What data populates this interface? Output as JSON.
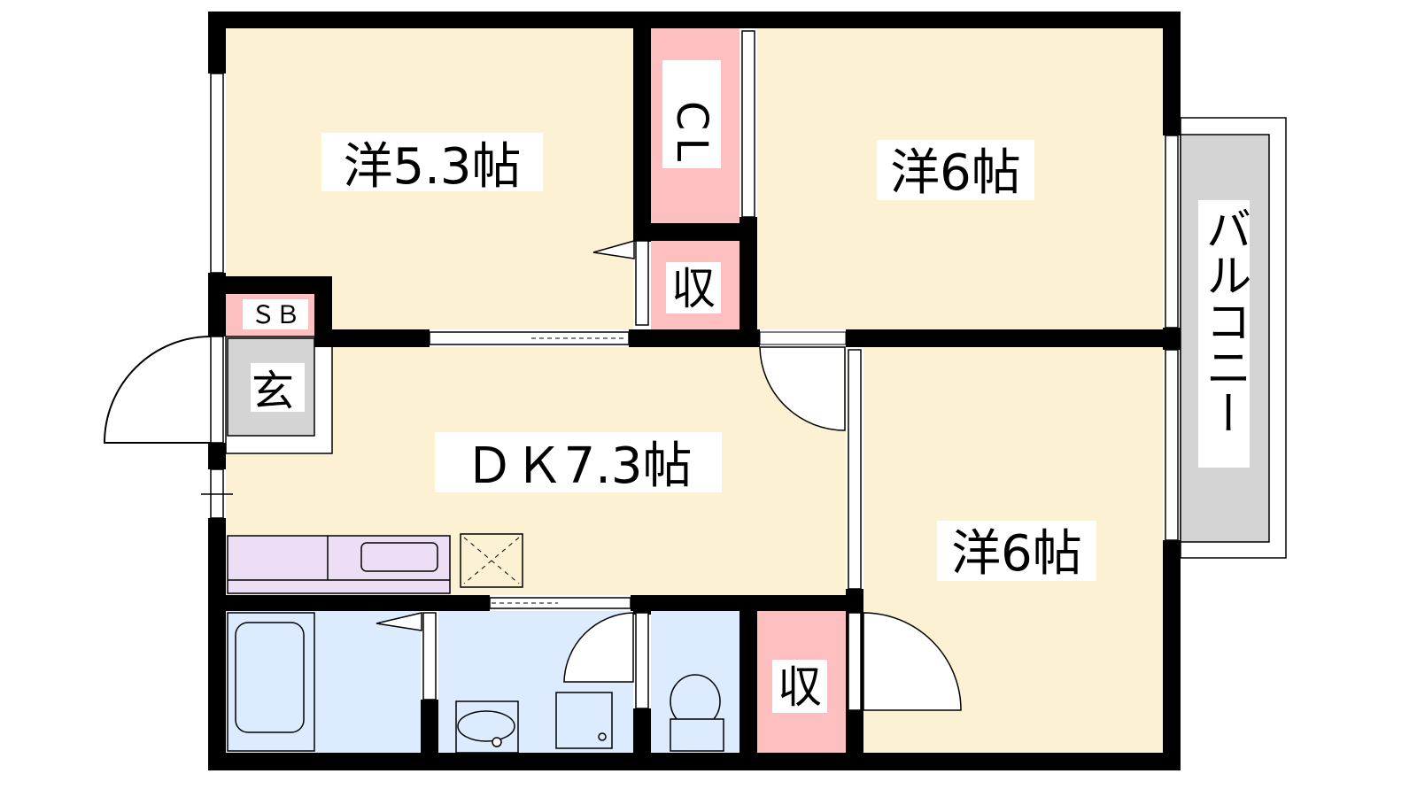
{
  "floorplan": {
    "rooms": {
      "western_1": "洋5.3帖",
      "western_2": "洋6帖",
      "western_3": "洋6帖",
      "dining_kitchen": "ＤＫ7.3帖",
      "closet": "CL",
      "storage_1": "収",
      "storage_2": "収",
      "shoe_box": "ＳＢ",
      "entrance": "玄",
      "balcony": "バルコニー"
    },
    "colors": {
      "room": "#fdf1d3",
      "storage": "#fdbfbf",
      "entrance": "#d4d4d4",
      "wet_area": "#dcebfd",
      "kitchen": "#ecdff5",
      "wall": "#000000"
    }
  }
}
